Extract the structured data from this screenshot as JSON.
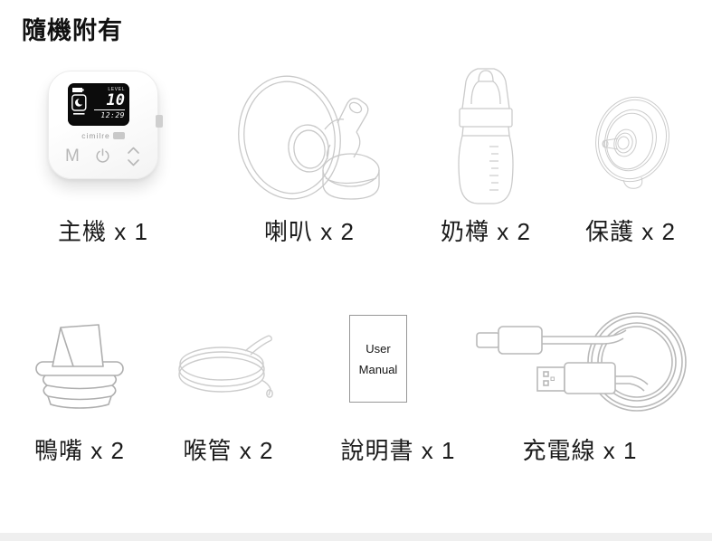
{
  "page": {
    "title": "隨機附有",
    "background": "#ffffff",
    "line_art_color": "#c8c8c8",
    "footer_strip_color": "#efefef"
  },
  "device": {
    "brand": "cimilre",
    "lcd": {
      "level_label": "LEVEL",
      "level_value": "10",
      "time": "12:29",
      "battery_icon": "battery-icon",
      "mode_icon": "massage-mode-icon"
    },
    "buttons": {
      "mode_label": "M",
      "power_icon": "power-icon",
      "updown_icon": "chevron-up-down-icon"
    }
  },
  "manual": {
    "line1": "User",
    "line2": "Manual"
  },
  "items": [
    {
      "id": "main-unit",
      "label": "主機 x 1"
    },
    {
      "id": "flange",
      "label": "喇叭 x 2"
    },
    {
      "id": "bottle",
      "label": "奶樽 x 2"
    },
    {
      "id": "protector",
      "label": "保護 x 2"
    },
    {
      "id": "duckbill-valve",
      "label": "鴨嘴 x 2"
    },
    {
      "id": "tube",
      "label": "喉管 x 2"
    },
    {
      "id": "user-manual",
      "label": "說明書 x 1"
    },
    {
      "id": "charging-cable",
      "label": "充電線 x 1"
    }
  ]
}
